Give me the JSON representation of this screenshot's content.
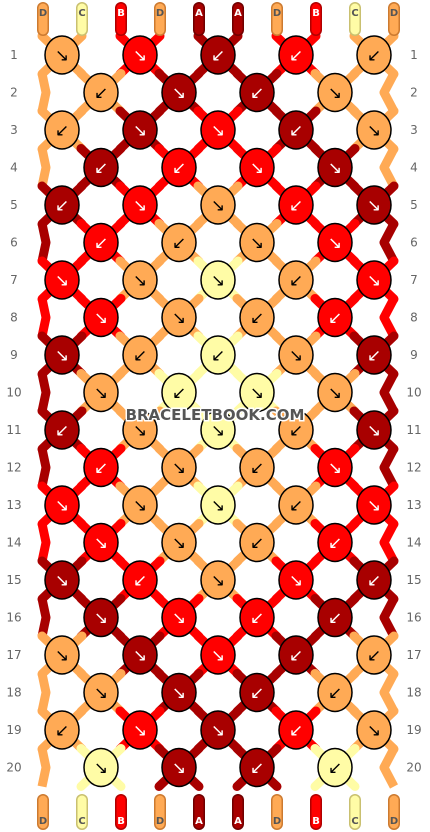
{
  "watermark": "BRACELETBOOK.COM",
  "strand_colors": {
    "A": "#a80000",
    "B": "#ff0000",
    "C": "#fffca6",
    "D": "#ffaa55"
  },
  "top_labels": [
    "D",
    "C",
    "B",
    "D",
    "A",
    "A",
    "D",
    "B",
    "C",
    "D"
  ],
  "bottom_labels": [
    "D",
    "C",
    "B",
    "D",
    "A",
    "A",
    "D",
    "B",
    "C",
    "D"
  ],
  "rows": [
    {
      "n": "1",
      "knots": [
        [
          "D",
          "↘"
        ],
        [
          "B",
          "↘"
        ],
        [
          "A",
          "↙"
        ],
        [
          "B",
          "↙"
        ],
        [
          "D",
          "↙"
        ]
      ]
    },
    {
      "n": "2",
      "knots": [
        [
          "D",
          "↙"
        ],
        [
          "A",
          "↘"
        ],
        [
          "A",
          "↙"
        ],
        [
          "D",
          "↘"
        ]
      ]
    },
    {
      "n": "3",
      "knots": [
        [
          "D",
          "↙"
        ],
        [
          "A",
          "↘"
        ],
        [
          "B",
          "↘"
        ],
        [
          "A",
          "↙"
        ],
        [
          "D",
          "↘"
        ]
      ]
    },
    {
      "n": "4",
      "knots": [
        [
          "A",
          "↙"
        ],
        [
          "B",
          "↙"
        ],
        [
          "B",
          "↘"
        ],
        [
          "A",
          "↘"
        ]
      ]
    },
    {
      "n": "5",
      "knots": [
        [
          "A",
          "↙"
        ],
        [
          "B",
          "↘"
        ],
        [
          "D",
          "↘"
        ],
        [
          "B",
          "↙"
        ],
        [
          "A",
          "↘"
        ]
      ]
    },
    {
      "n": "6",
      "knots": [
        [
          "B",
          "↙"
        ],
        [
          "D",
          "↙"
        ],
        [
          "D",
          "↘"
        ],
        [
          "B",
          "↘"
        ]
      ]
    },
    {
      "n": "7",
      "knots": [
        [
          "B",
          "↘"
        ],
        [
          "D",
          "↘"
        ],
        [
          "C",
          "↘"
        ],
        [
          "D",
          "↙"
        ],
        [
          "B",
          "↘"
        ]
      ]
    },
    {
      "n": "8",
      "knots": [
        [
          "B",
          "↘"
        ],
        [
          "D",
          "↘"
        ],
        [
          "D",
          "↙"
        ],
        [
          "B",
          "↙"
        ]
      ]
    },
    {
      "n": "9",
      "knots": [
        [
          "A",
          "↘"
        ],
        [
          "D",
          "↙"
        ],
        [
          "C",
          "↙"
        ],
        [
          "D",
          "↘"
        ],
        [
          "A",
          "↙"
        ]
      ]
    },
    {
      "n": "10",
      "knots": [
        [
          "D",
          "↘"
        ],
        [
          "C",
          "↙"
        ],
        [
          "C",
          "↘"
        ],
        [
          "D",
          "↘"
        ]
      ]
    },
    {
      "n": "11",
      "knots": [
        [
          "A",
          "↙"
        ],
        [
          "D",
          "↘"
        ],
        [
          "C",
          "↘"
        ],
        [
          "D",
          "↙"
        ],
        [
          "A",
          "↘"
        ]
      ]
    },
    {
      "n": "12",
      "knots": [
        [
          "B",
          "↙"
        ],
        [
          "D",
          "↘"
        ],
        [
          "D",
          "↙"
        ],
        [
          "B",
          "↘"
        ]
      ]
    },
    {
      "n": "13",
      "knots": [
        [
          "B",
          "↘"
        ],
        [
          "D",
          "↘"
        ],
        [
          "C",
          "↘"
        ],
        [
          "D",
          "↙"
        ],
        [
          "B",
          "↘"
        ]
      ]
    },
    {
      "n": "14",
      "knots": [
        [
          "B",
          "↘"
        ],
        [
          "D",
          "↘"
        ],
        [
          "D",
          "↙"
        ],
        [
          "B",
          "↙"
        ]
      ]
    },
    {
      "n": "15",
      "knots": [
        [
          "A",
          "↘"
        ],
        [
          "B",
          "↙"
        ],
        [
          "D",
          "↘"
        ],
        [
          "B",
          "↘"
        ],
        [
          "A",
          "↙"
        ]
      ]
    },
    {
      "n": "16",
      "knots": [
        [
          "A",
          "↘"
        ],
        [
          "B",
          "↘"
        ],
        [
          "B",
          "↙"
        ],
        [
          "A",
          "↙"
        ]
      ]
    },
    {
      "n": "17",
      "knots": [
        [
          "D",
          "↘"
        ],
        [
          "A",
          "↘"
        ],
        [
          "B",
          "↘"
        ],
        [
          "A",
          "↙"
        ],
        [
          "D",
          "↙"
        ]
      ]
    },
    {
      "n": "18",
      "knots": [
        [
          "D",
          "↘"
        ],
        [
          "A",
          "↘"
        ],
        [
          "A",
          "↙"
        ],
        [
          "D",
          "↙"
        ]
      ]
    },
    {
      "n": "19",
      "knots": [
        [
          "D",
          "↙"
        ],
        [
          "B",
          "↘"
        ],
        [
          "A",
          "↘"
        ],
        [
          "B",
          "↙"
        ],
        [
          "D",
          "↘"
        ]
      ]
    },
    {
      "n": "20",
      "knots": [
        [
          "C",
          "↘"
        ],
        [
          "A",
          "↘"
        ],
        [
          "A",
          "↙"
        ],
        [
          "C",
          "↙"
        ]
      ]
    }
  ]
}
